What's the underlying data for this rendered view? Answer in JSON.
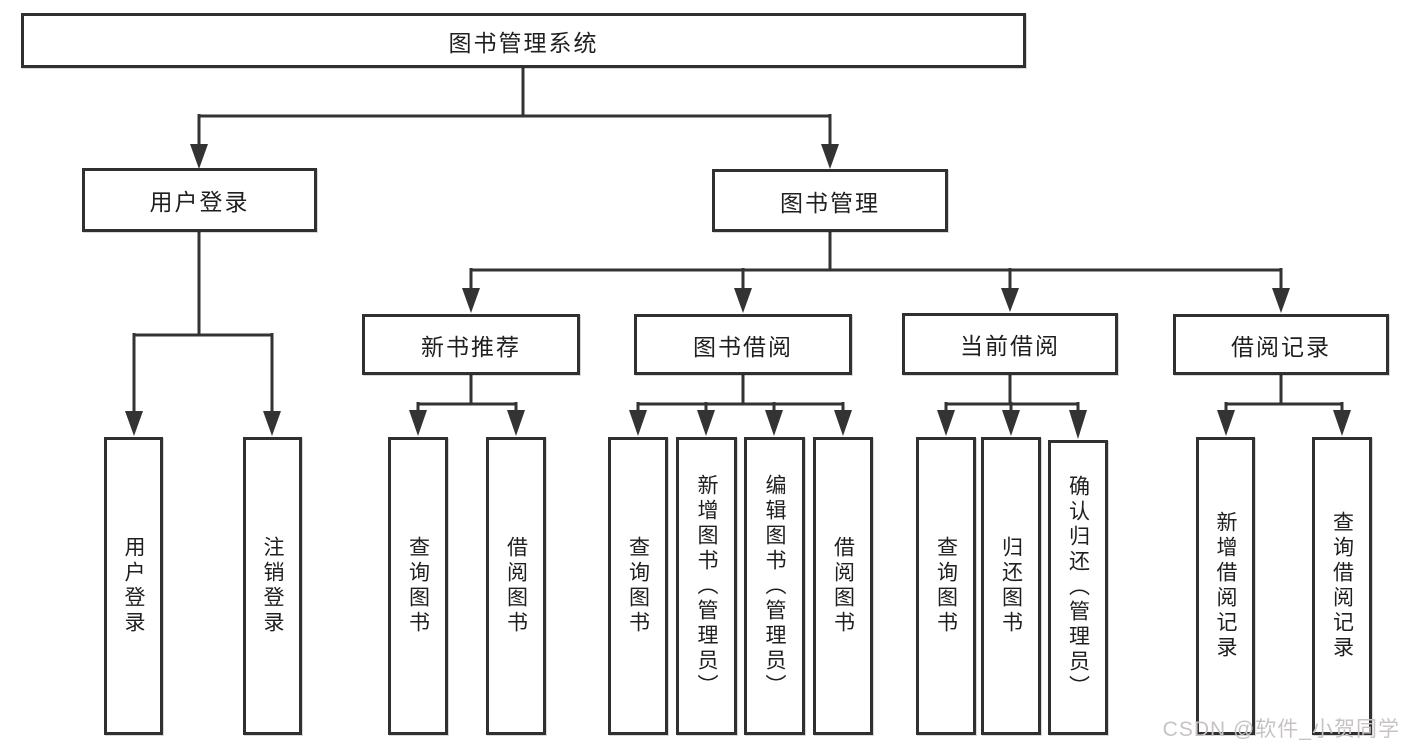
{
  "diagram": {
    "root": "图书管理系统",
    "branches": {
      "user_login": {
        "label": "用户登录",
        "children": [
          "用户登录",
          "注销登录"
        ]
      },
      "book_mgmt": {
        "label": "图书管理"
      },
      "new_book": {
        "label": "新书推荐",
        "children": [
          "查询图书",
          "借阅图书"
        ]
      },
      "book_borrow": {
        "label": "图书借阅",
        "children": [
          "查询图书",
          "新增图书（管理员）",
          "编辑图书（管理员）",
          "借阅图书"
        ]
      },
      "current_borrow": {
        "label": "当前借阅",
        "children": [
          "查询图书",
          "归还图书",
          "确认归还（管理员）"
        ]
      },
      "borrow_records": {
        "label": "借阅记录",
        "children": [
          "新增借阅记录",
          "查询借阅记录"
        ]
      }
    }
  },
  "watermark": {
    "text": "CSDN @软件_小贺同学"
  },
  "colors": {
    "line": "#333333",
    "box_border": "#303030",
    "text": "#1f1f1f",
    "watermark": "#c7c3c3",
    "background": "#ffffff"
  }
}
